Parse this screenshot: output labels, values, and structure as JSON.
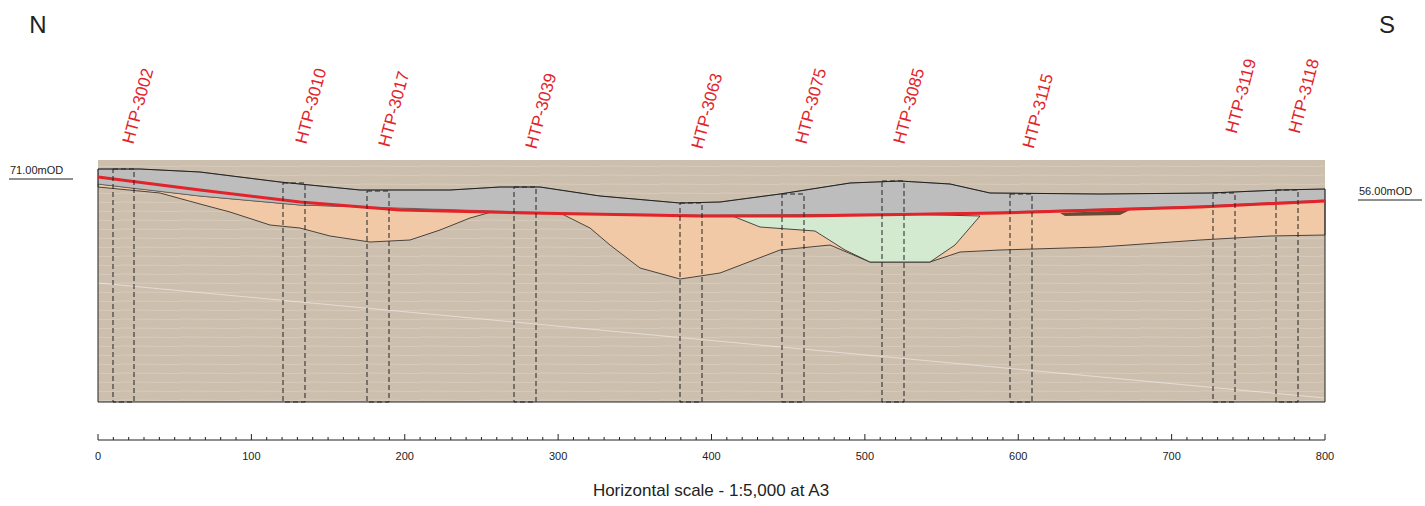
{
  "diagram": {
    "labels": [
      "N",
      "S",
      "HTP-3002",
      "HTP-3010",
      "HTP-3017",
      "HTP-3039",
      "HTP-3063",
      "HTP-3075",
      "HTP-3085",
      "HTP-3115",
      "HTP-3119",
      "HTP-3118",
      "71.00mOD",
      "56.00mOD",
      "0",
      "100",
      "200",
      "300",
      "400",
      "500",
      "600",
      "700",
      "800",
      "Horizontal scale - 1:5,000 at A3"
    ]
  }
}
